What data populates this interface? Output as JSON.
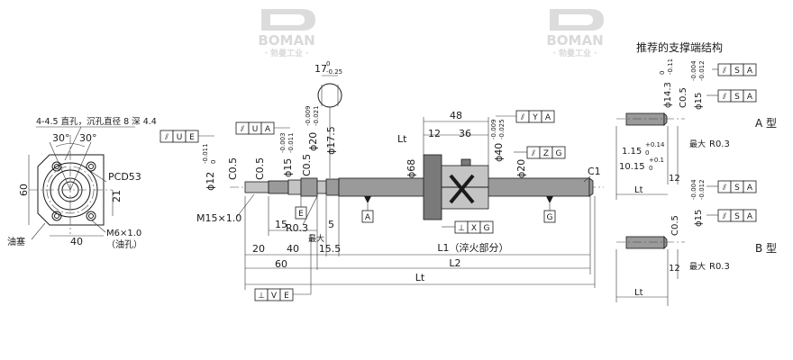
{
  "watermarks": [
    {
      "logo_text": "BOMAN",
      "subtitle": "· 勃曼工业 ·"
    },
    {
      "logo_text": "BOMAN",
      "subtitle": "· 勃曼工业 ·"
    }
  ],
  "left_view": {
    "hole_note": "4-4.5 直孔，沉孔直径 8 深 4.4",
    "angle_a": "30°",
    "angle_b": "30°",
    "pcd": "PCD53",
    "dim_height": "60",
    "dim_21": "21",
    "dim_width": "40",
    "grease_nipple": "M6×1.0",
    "grease_nipple_sub": "（油孔）",
    "oil_plug": "油塞"
  },
  "main_view": {
    "tol_u": [
      "⫽",
      "U",
      "E"
    ],
    "tol_ua": [
      "⫽",
      "U",
      "A"
    ],
    "tol_ya": [
      "⫽",
      "Y",
      "A"
    ],
    "tol_zg": [
      "⫽",
      "Z",
      "G"
    ],
    "tol_xg": [
      "⊥",
      "X",
      "G"
    ],
    "tol_ve": [
      "⊥",
      "V",
      "E"
    ],
    "d12": "ϕ12",
    "d12_tol": "-0.011",
    "d12_tol2": "0",
    "c05_a": "C0.5",
    "c05_b": "C0.5",
    "c05_c": "C0.5",
    "d15": "ϕ15",
    "d15_tol": "-0.003",
    "d15_tol2": "-0.011",
    "d20": "ϕ20",
    "d20_tol": "-0.009",
    "d20_tol2": "-0.021",
    "d175": "ϕ17.5",
    "section_17": "17",
    "section_17_tol": "0",
    "section_17_tol2": "-0.25",
    "len_48": "48",
    "len_12": "12",
    "len_36": "36",
    "d40": "ϕ40",
    "d40_tol": "-0.009",
    "d40_tol2": "-0.025",
    "d68": "ϕ68",
    "d20b": "ϕ20",
    "c1": "C1",
    "thread": "M15×1.0",
    "r03": "R0.3",
    "r03_note": "最大",
    "datum_e": "E",
    "datum_a": "A",
    "datum_g": "G",
    "dim_15": "15",
    "dim_5": "5",
    "dim_20": "20",
    "dim_40": "40",
    "dim_155": "15.5",
    "dim_60": "60",
    "l1": "L1（淬火部分）",
    "l2": "L2",
    "lt": "Lt",
    "lt_dim": "Lt"
  },
  "right_view": {
    "heading": "推荐的支撑端结构",
    "type_a": "A 型",
    "type_b": "B 型",
    "tol_sa1": [
      "⫽",
      "S",
      "A"
    ],
    "tol_sa2": [
      "⫽",
      "S",
      "A"
    ],
    "tol_sa3": [
      "⫽",
      "S",
      "A"
    ],
    "tol_sa4": [
      "⫽",
      "S",
      "A"
    ],
    "d143": "ϕ14.3",
    "d143_tol": "0",
    "d143_tol2": "-0.11",
    "c05a": "C0.5",
    "d15a": "ϕ15",
    "d15a_tol": "-0.004",
    "d15a_tol2": "-0.012",
    "c05b": "C0.5",
    "d15b": "ϕ15",
    "d15b_tol": "-0.004",
    "d15b_tol2": "-0.012",
    "w115": "1.15",
    "w115_tol": "+0.14",
    "w115_tol2": "0",
    "w1015": "10.15",
    "w1015_tol": "+0.1",
    "w1015_tol2": "0",
    "r03a": "R0.3",
    "r03a_note": "最大",
    "r03b": "R0.3",
    "r03b_note": "最大",
    "dim_12a": "12",
    "dim_12b": "12",
    "lt_a": "Lt",
    "lt_b": "Lt"
  }
}
